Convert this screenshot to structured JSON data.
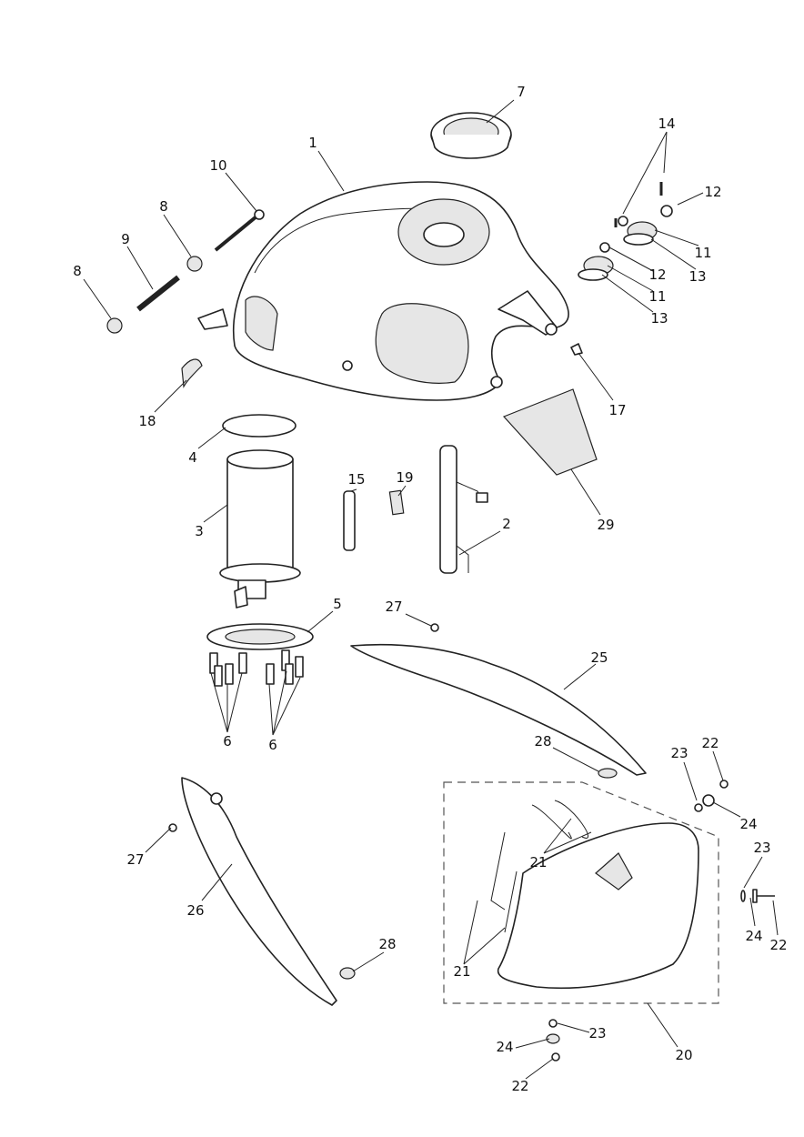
{
  "diagram": {
    "type": "exploded-parts-diagram",
    "callouts": [
      "1",
      "7",
      "14",
      "12",
      "11",
      "13",
      "12",
      "11",
      "13",
      "10",
      "8",
      "9",
      "8",
      "17",
      "18",
      "4",
      "3",
      "15",
      "19",
      "2",
      "29",
      "5",
      "27",
      "25",
      "6",
      "6",
      "28",
      "23",
      "22",
      "24",
      "27",
      "21",
      "23",
      "26",
      "24",
      "22",
      "28",
      "21",
      "23",
      "24",
      "20",
      "22"
    ]
  }
}
